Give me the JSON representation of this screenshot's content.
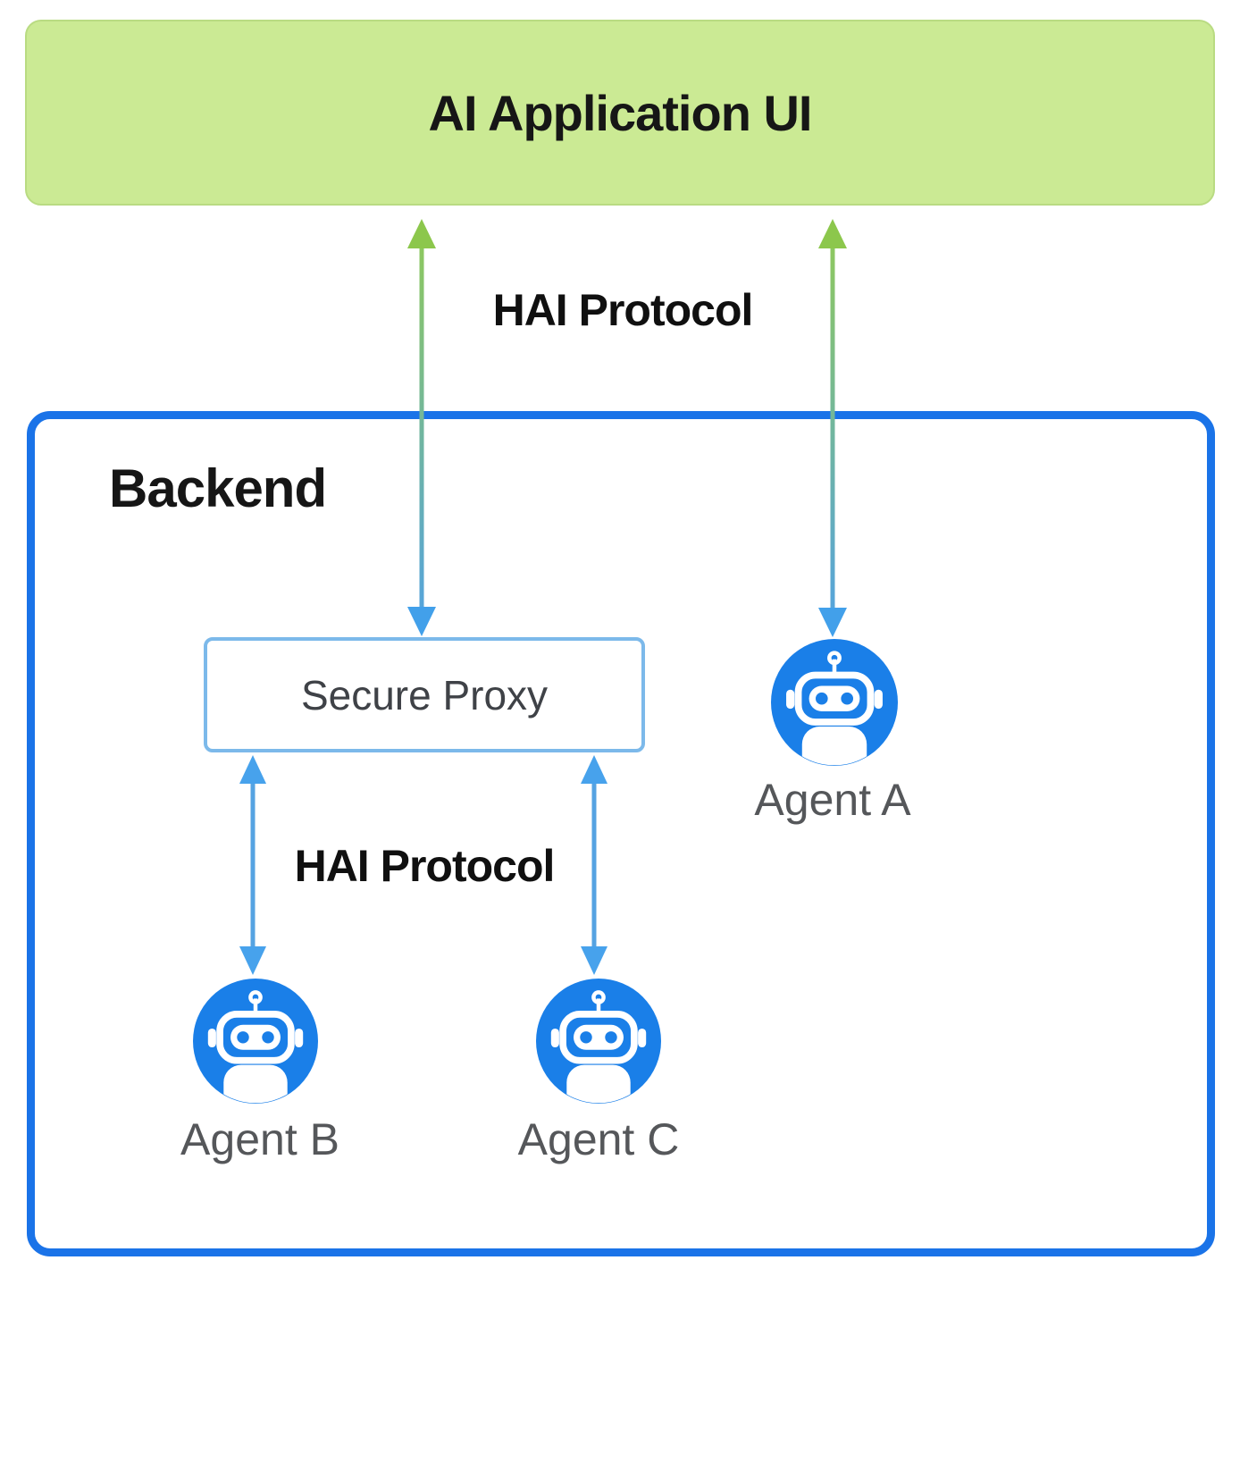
{
  "diagram": {
    "ui_box": {
      "label": "AI Application UI",
      "fill": "#cbea94",
      "border": "#b9db82"
    },
    "hai_protocol_top": {
      "label": "HAI Protocol"
    },
    "backend": {
      "label": "Backend",
      "border_color": "#1a73e8"
    },
    "secure_proxy": {
      "label": "Secure Proxy",
      "border_color": "#7cb9ea"
    },
    "hai_protocol_inner": {
      "label": "HAI Protocol"
    },
    "agents": [
      {
        "label": "Agent A",
        "icon": "robot-icon"
      },
      {
        "label": "Agent B",
        "icon": "robot-icon"
      },
      {
        "label": "Agent C",
        "icon": "robot-icon"
      }
    ],
    "colors": {
      "arrow_green": "#8cc74c",
      "arrow_blue": "#47a2ec",
      "arrow_shaft_blue": "#55a3e2",
      "robot_blue": "#1a7fe8",
      "label_gray": "#55575a",
      "text_dark": "#161616"
    }
  }
}
